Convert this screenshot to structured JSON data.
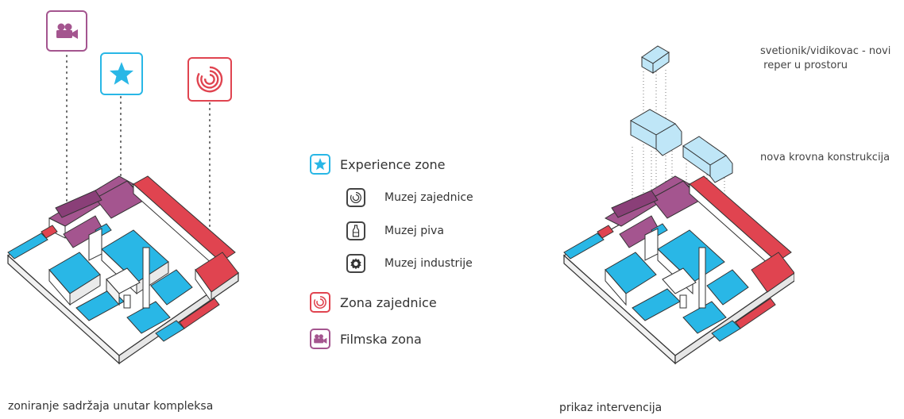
{
  "colors": {
    "purple": "#a4558f",
    "blue": "#29b7e6",
    "red": "#e04450",
    "lightblue": "#bfe6f7",
    "dark": "#333333"
  },
  "legend": {
    "experience": {
      "label": "Experience zone",
      "icon": "star-icon"
    },
    "muzej_zajednice": {
      "label": "Muzej zajednice",
      "icon": "spiral-icon"
    },
    "muzej_piva": {
      "label": "Muzej piva",
      "icon": "bottle-icon"
    },
    "muzej_industrije": {
      "label": "Muzej industrije",
      "icon": "gear-icon"
    },
    "zona_zajednice": {
      "label": "Zona zajednice",
      "icon": "spiral-icon"
    },
    "filmska_zona": {
      "label": "Filmska zona",
      "icon": "camera-icon"
    }
  },
  "left_diagram": {
    "caption": "zoniranje sadržaja unutar kompleksa"
  },
  "right_diagram": {
    "caption": "prikaz intervencija",
    "note_lighthouse_line1": "svetionik/vidikovac - novi",
    "note_lighthouse_line2": " reper u prostoru",
    "note_roof": "nova krovna konstrukcija"
  }
}
